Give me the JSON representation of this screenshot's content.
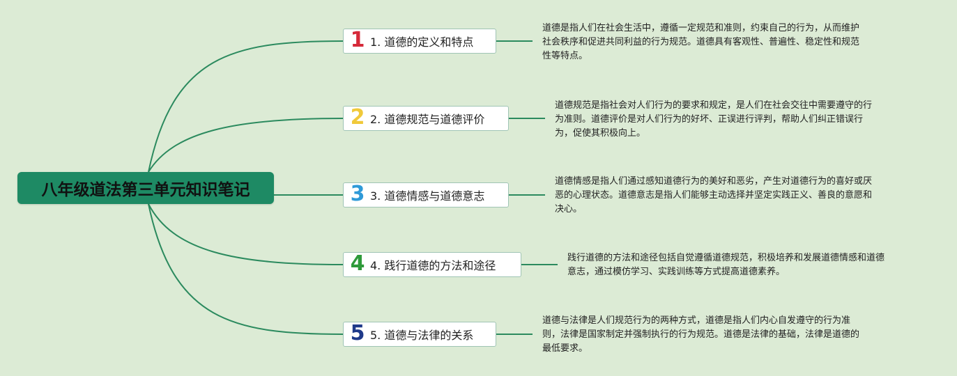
{
  "root": {
    "title": "八年级道法第三单元知识笔记"
  },
  "colors": {
    "background": "#dcebd5",
    "root_fill": "#1e8a64",
    "connector": "#2b8a5e",
    "node_border": "#9fc4b4"
  },
  "topics": [
    {
      "number": "1",
      "number_color": "#d62a3a",
      "label": "1. 道德的定义和特点",
      "desc_lines": [
        "道德是指人们在社会生活中，遵循一定规范和准则，约束自己的行为，从而维护",
        "社会秩序和促进共同利益的行为规范。道德具有客观性、普遍性、稳定性和规范",
        "性等特点。"
      ]
    },
    {
      "number": "2",
      "number_color": "#f0c93a",
      "label": "2. 道德规范与道德评价",
      "desc_lines": [
        "道德规范是指社会对人们行为的要求和规定，是人们在社会交往中需要遵守的行",
        "为准则。道德评价是对人们行为的好坏、正误进行评判，帮助人们纠正错误行",
        "为，促使其积极向上。"
      ]
    },
    {
      "number": "3",
      "number_color": "#2f9ad8",
      "label": "3. 道德情感与道德意志",
      "desc_lines": [
        "道德情感是指人们通过感知道德行为的美好和恶劣，产生对道德行为的喜好或厌",
        "恶的心理状态。道德意志是指人们能够主动选择并坚定实践正义、善良的意愿和",
        "决心。"
      ]
    },
    {
      "number": "4",
      "number_color": "#2e9a3a",
      "label": "4. 践行道德的方法和途径",
      "desc_lines": [
        "践行道德的方法和途径包括自觉遵循道德规范，积极培养和发展道德情感和道德",
        "意志，通过模仿学习、实践训练等方式提高道德素养。"
      ]
    },
    {
      "number": "5",
      "number_color": "#1f3a8a",
      "label": "5. 道德与法律的关系",
      "desc_lines": [
        "道德与法律是人们规范行为的两种方式，道德是指人们内心自发遵守的行为准",
        "则，法律是国家制定并强制执行的行为规范。道德是法律的基础，法律是道德的",
        "最低要求。"
      ]
    }
  ]
}
